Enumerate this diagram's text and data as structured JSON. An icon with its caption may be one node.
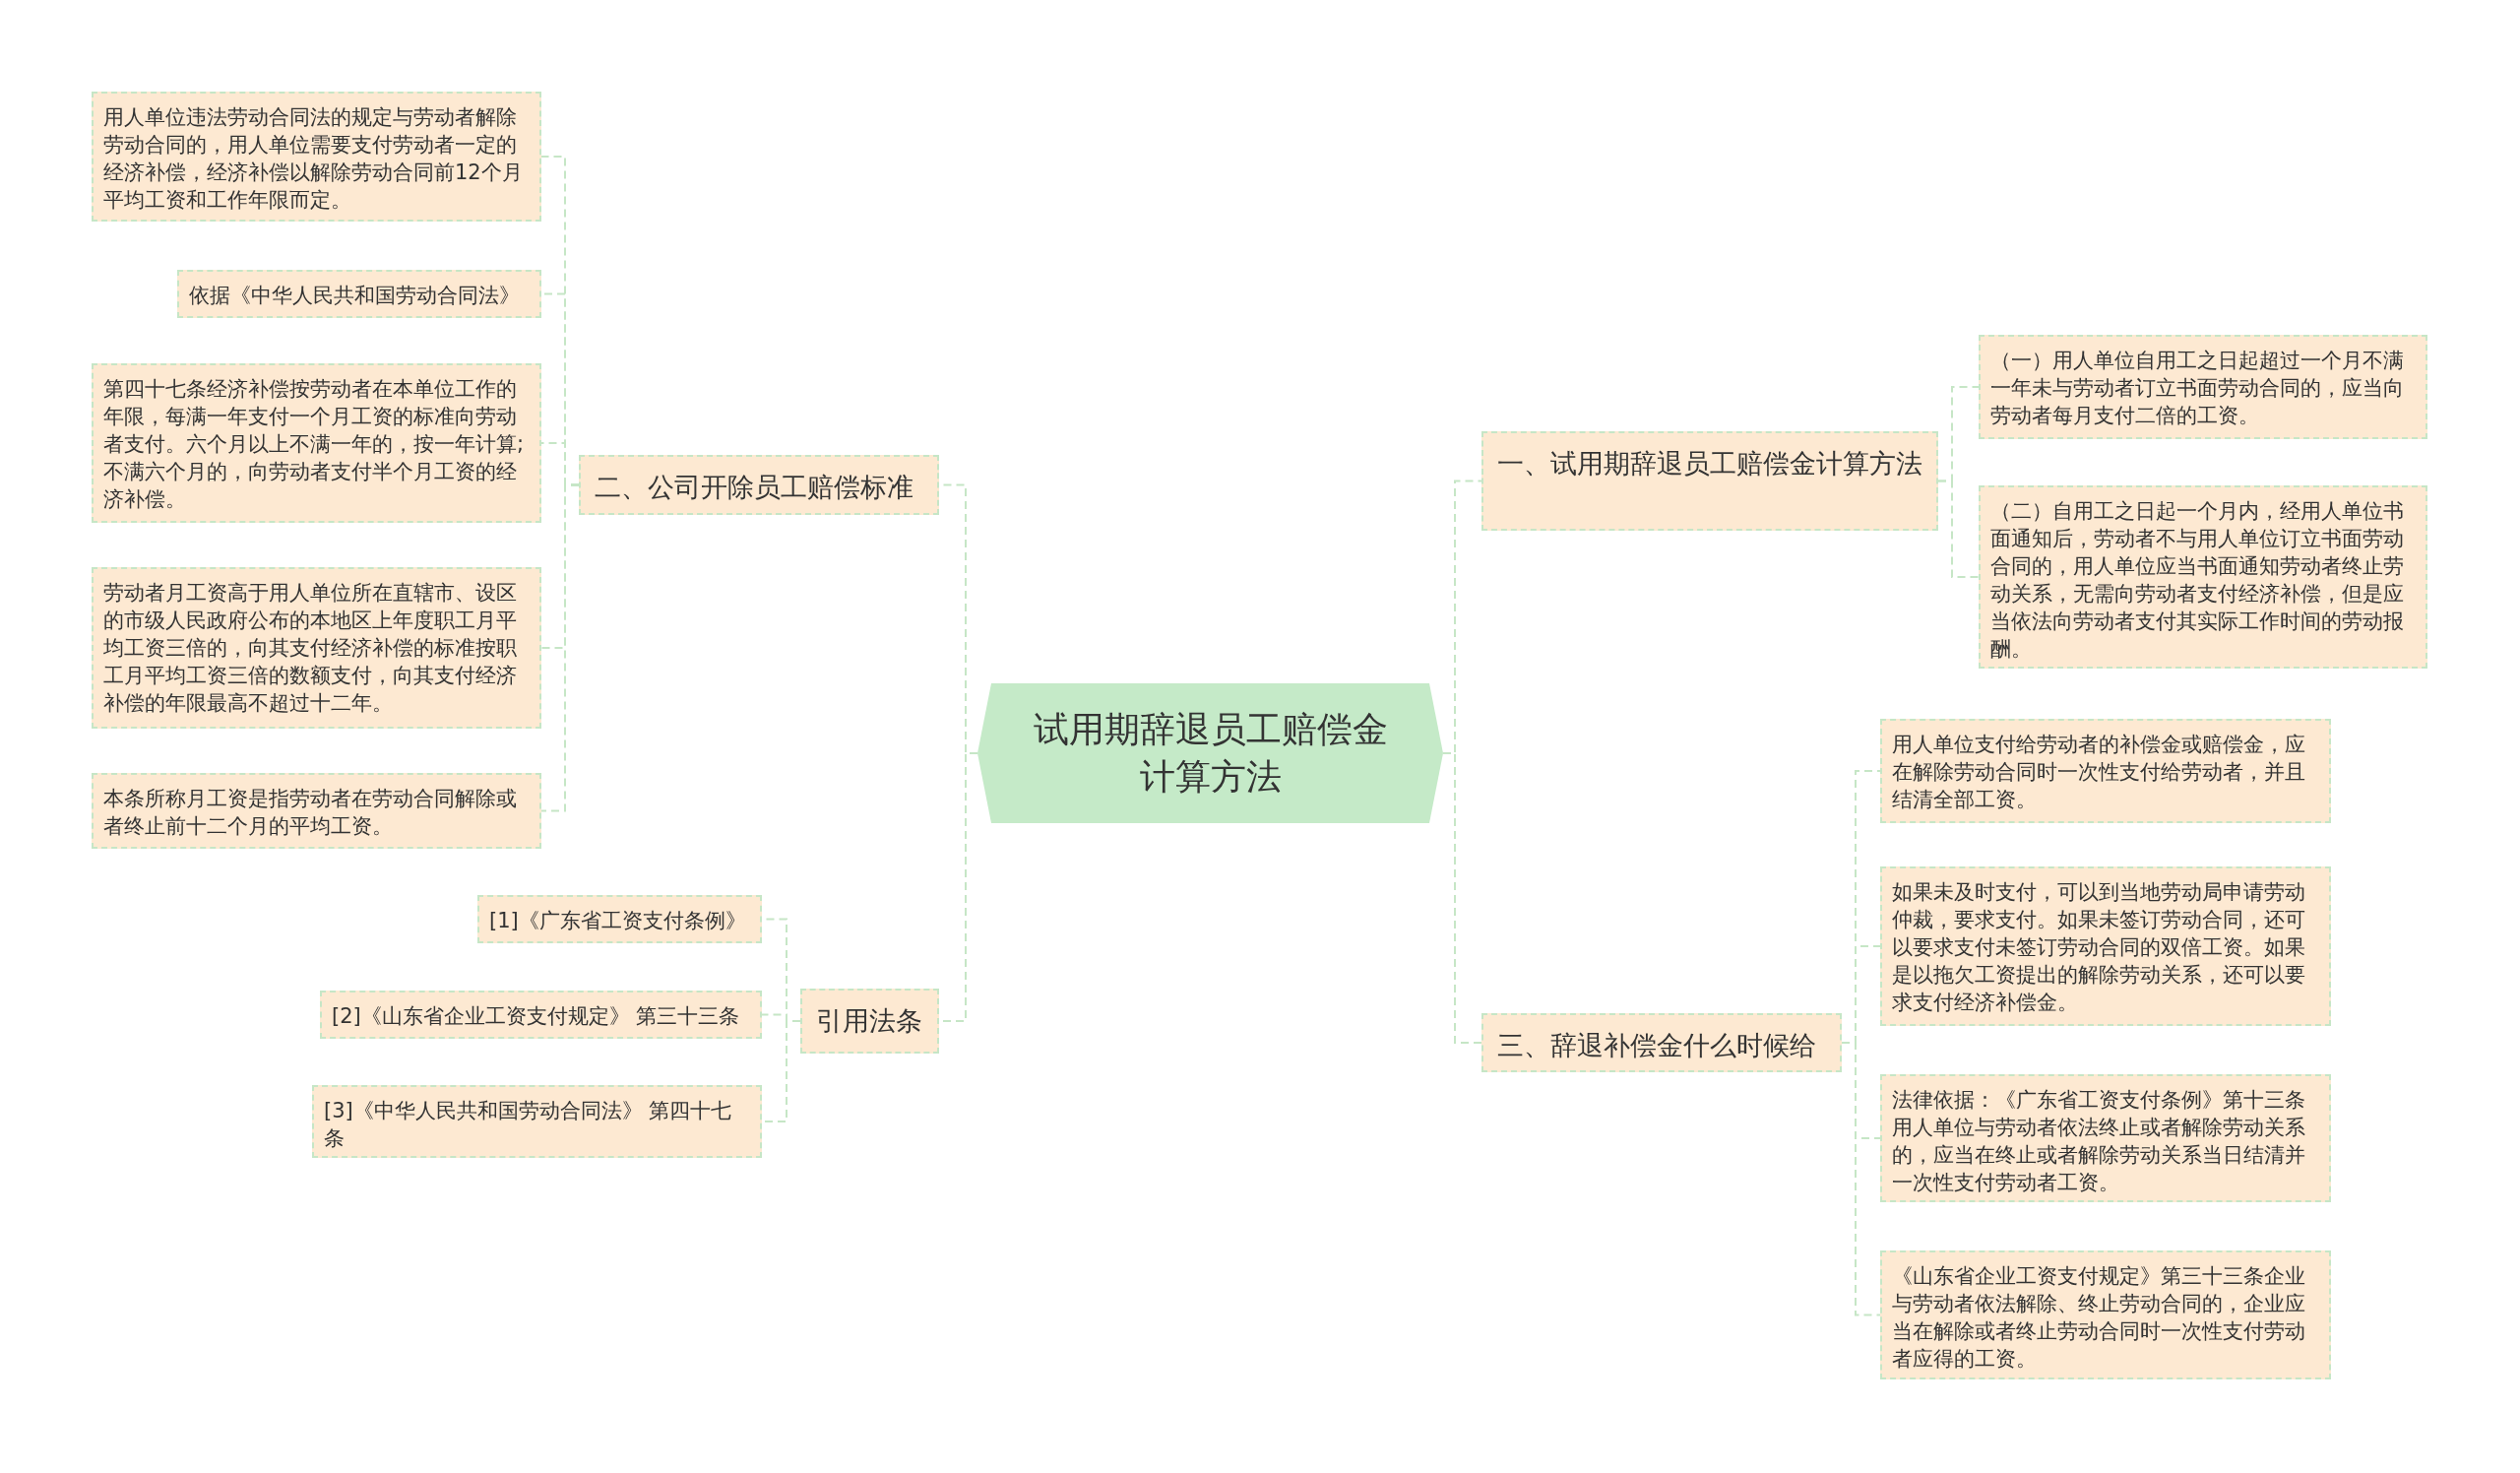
{
  "diagram": {
    "nodes": [
      {
        "text": [
          "试用期辞退员工赔偿金计算方法"
        ]
      },
      {
        "text": [
          "一、试用期辞退员工赔偿金计算方法"
        ]
      },
      {
        "text": [
          "（一）用人单位自用工之日起超过一个月不满一年未与劳动者订立书面劳动合同的，应当向劳动者每月支付二倍的工资。"
        ]
      },
      {
        "text": [
          "（二）自用工之日起一个月内，经用人单位书面通知后，劳动者不与用人单位订立书面劳动合同的，用人单位应当书面通知劳动者终止劳动关系，无需向劳动者支付经济补偿，但是应当依法向劳动者支付其实际工作时间的劳动报酬。"
        ]
      },
      {
        "text": [
          "三、辞退补偿金什么时候给"
        ]
      },
      {
        "text": [
          "用人单位支付给劳动者的补偿金或赔偿金，应在解除劳动合同时一次性支付给劳动者，并且结清全部工资。"
        ]
      },
      {
        "text": [
          "如果未及时支付，可以到当地劳动局申请劳动仲裁，要求支付。如果未签订劳动合同，还可以要求支付未签订劳动合同的双倍工资。如果是以拖欠工资提出的解除劳动关系，还可以要求支付经济补偿金。"
        ]
      },
      {
        "text": [
          "法律依据：《广东省工资支付条例》第十三条用人单位与劳动者依法终止或者解除劳动关系的，应当在终止或者解除劳动关系当日结清并一次性支付劳动者工资。"
        ]
      },
      {
        "text": [
          "《山东省企业工资支付规定》第三十三条企业与劳动者依法解除、终止劳动合同的，企业应当在解除或者终止劳动合同时一次性支付劳动者应得的工资。"
        ]
      },
      {
        "text": [
          "二、公司开除员工赔偿标准"
        ]
      },
      {
        "text": [
          "用人单位违法劳动合同法的规定与劳动者解除劳动合同的，用人单位需要支付劳动者一定的经济补偿，经济补偿以解除劳动合同前12个月平均工资和工作年限而定。"
        ]
      },
      {
        "text": [
          "依据《中华人民共和国劳动合同法》"
        ]
      },
      {
        "text": [
          "第四十七条经济补偿按劳动者在本单位工作的年限，每满一年支付一个月工资的标准向劳动者支付。六个月以上不满一年的，按一年计算;不满六个月的，向劳动者支付半个月工资的经济补偿。"
        ]
      },
      {
        "text": [
          "劳动者月工资高于用人单位所在直辖市、设区的市级人民政府公布的本地区上年度职工月平均工资三倍的，向其支付经济补偿的标准按职工月平均工资三倍的数额支付，向其支付经济补偿的年限最高不超过十二年。"
        ]
      },
      {
        "text": [
          "本条所称月工资是指劳动者在劳动合同解除或者终止前十二个月的平均工资。"
        ]
      },
      {
        "text": [
          "引用法条"
        ]
      },
      {
        "text": [
          "[1]《广东省工资支付条例》"
        ]
      },
      {
        "text": [
          "[2]《山东省企业工资支付规定》 第三十三条"
        ]
      },
      {
        "text": [
          "[3]《中华人民共和国劳动合同法》 第四十七条"
        ]
      }
    ],
    "edges": [
      {
        "from": 0,
        "to": 1,
        "arrow": "none"
      },
      {
        "from": 1,
        "to": 2,
        "arrow": "none"
      },
      {
        "from": 1,
        "to": 3,
        "arrow": "none"
      },
      {
        "from": 0,
        "to": 4,
        "arrow": "none"
      },
      {
        "from": 4,
        "to": 5,
        "arrow": "none"
      },
      {
        "from": 4,
        "to": 6,
        "arrow": "none"
      },
      {
        "from": 4,
        "to": 7,
        "arrow": "none"
      },
      {
        "from": 4,
        "to": 8,
        "arrow": "none"
      },
      {
        "from": 0,
        "to": 9,
        "arrow": "none"
      },
      {
        "from": 9,
        "to": 10,
        "arrow": "none"
      },
      {
        "from": 9,
        "to": 11,
        "arrow": "none"
      },
      {
        "from": 9,
        "to": 12,
        "arrow": "none"
      },
      {
        "from": 9,
        "to": 13,
        "arrow": "none"
      },
      {
        "from": 9,
        "to": 14,
        "arrow": "none"
      },
      {
        "from": 0,
        "to": 15,
        "arrow": "none"
      },
      {
        "from": 15,
        "to": 16,
        "arrow": "none"
      },
      {
        "from": 15,
        "to": 17,
        "arrow": "none"
      },
      {
        "from": 15,
        "to": 18,
        "arrow": "none"
      }
    ]
  }
}
